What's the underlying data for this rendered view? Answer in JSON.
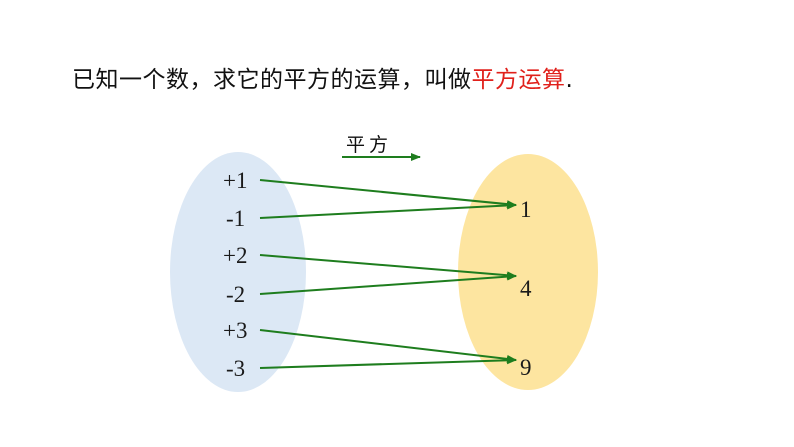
{
  "title": {
    "prefix": "已知一个数，求它的平方的运算，叫做",
    "highlight": "平方运算",
    "suffix": ".",
    "highlight_color": "#e0201b"
  },
  "arrow_label": "平方",
  "domain_set": [
    "+1",
    "-1",
    "+2",
    "-2",
    "+3",
    "-3"
  ],
  "range_set": [
    "1",
    "4",
    "9"
  ],
  "mapping": [
    {
      "from": "+1",
      "to": "1"
    },
    {
      "from": "-1",
      "to": "1"
    },
    {
      "from": "+2",
      "to": "4"
    },
    {
      "from": "-2",
      "to": "4"
    },
    {
      "from": "+3",
      "to": "9"
    },
    {
      "from": "-3",
      "to": "9"
    }
  ],
  "colors": {
    "domain_ellipse": "#dce8f5",
    "range_ellipse": "#fde5a0",
    "arrow": "#1e7d1e"
  }
}
